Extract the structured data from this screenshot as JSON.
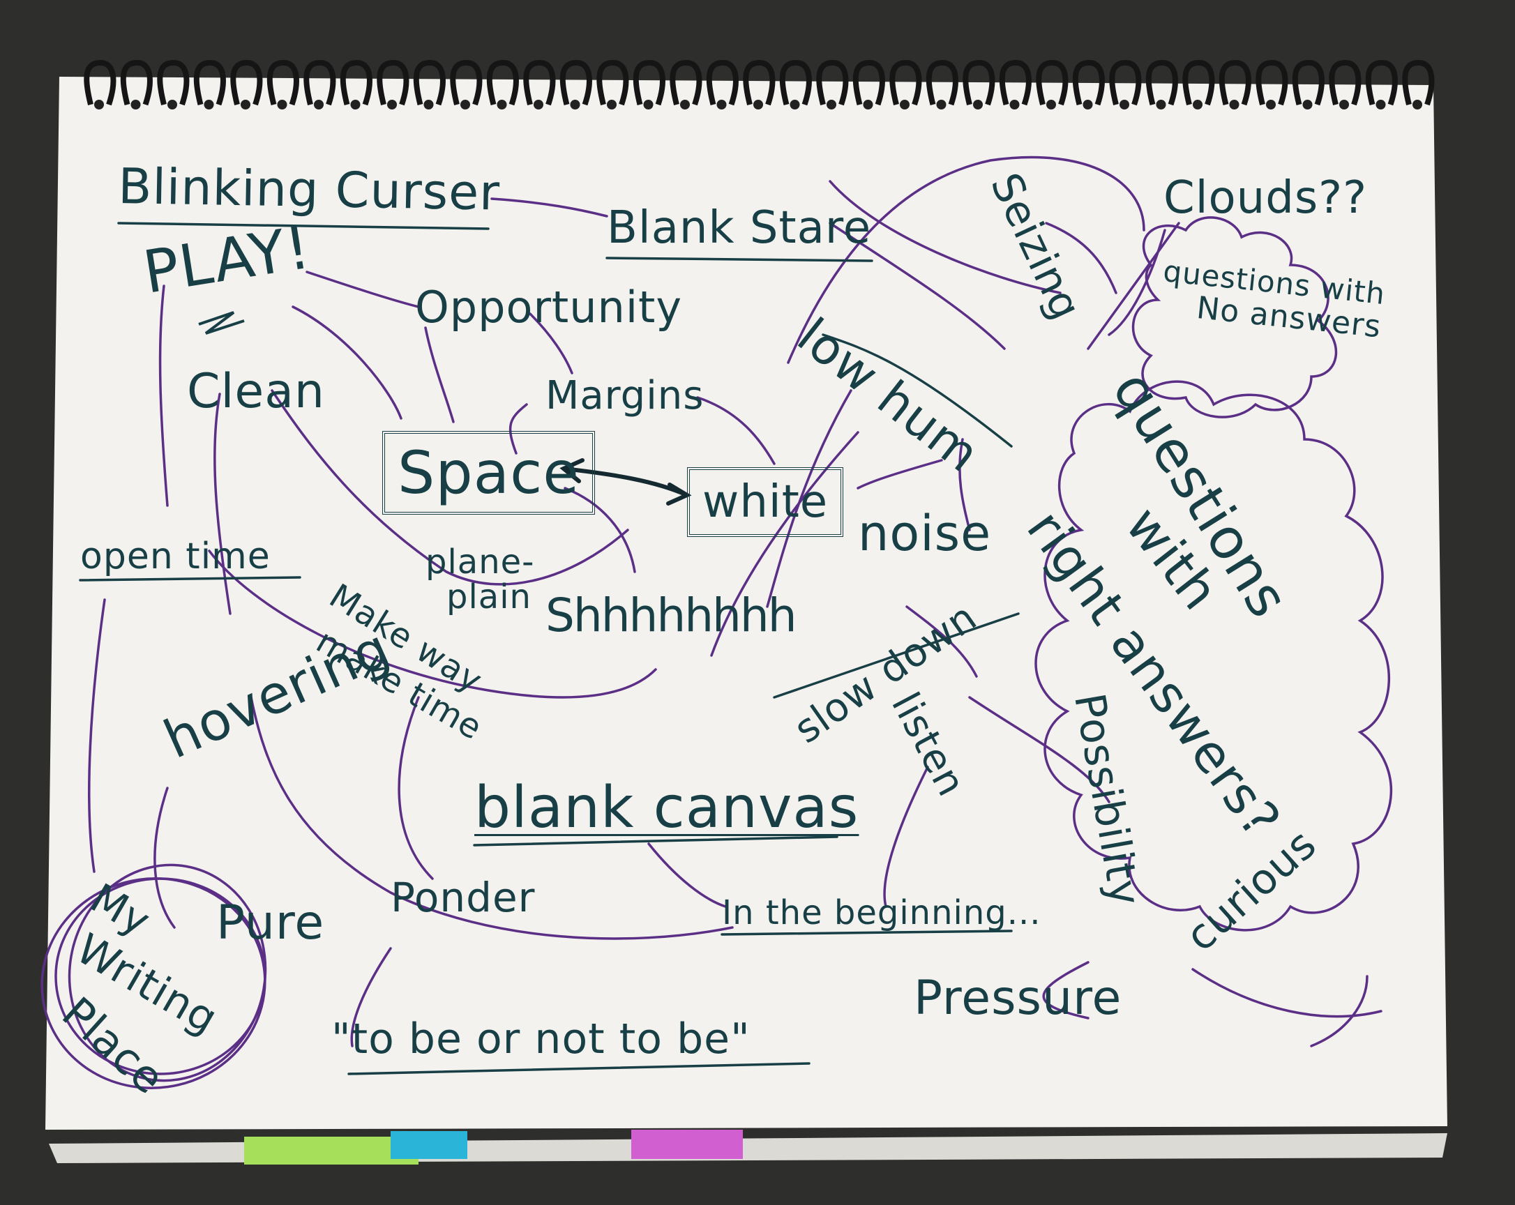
{
  "notebook": {
    "paper_color": "#f3f2ee",
    "teal_ink": "#173f45",
    "purple_ink": "#5b2f86",
    "tab_colors": [
      "#a6e05a",
      "#2ab4d8",
      "#d15fcf"
    ]
  },
  "words": {
    "blinking_curser": "Blinking Curser",
    "blank_stare": "Blank Stare",
    "play": "PLAY!",
    "opportunity": "Opportunity",
    "margins": "Margins",
    "clean": "Clean",
    "space": "Space",
    "white": "white",
    "noise": "noise",
    "plane_plain_1": "plane-",
    "plane_plain_2": "plain",
    "shhh": "Shhhhhhhh",
    "open_time": "open time",
    "make_way": "Make way",
    "make_time": "make time",
    "hovering": "hovering",
    "slow_down": "slow down",
    "listen": "listen",
    "possibility": "Possibility",
    "curious": "curious",
    "blank_canvas": "blank canvas",
    "ponder": "Ponder",
    "in_the_beginning": "In the beginning...",
    "pure": "Pure",
    "pressure": "Pressure",
    "to_be": "\"to be or not to be\"",
    "my": "My",
    "writing": "Writing",
    "place": "Place",
    "seizing": "Seizing",
    "clouds": "Clouds??",
    "questions_no_1": "questions with",
    "questions_no_2": "No answers",
    "low_hum": "low hum",
    "questions_right_1": "questions",
    "questions_right_2": "with",
    "questions_right_3": "right answers?"
  }
}
